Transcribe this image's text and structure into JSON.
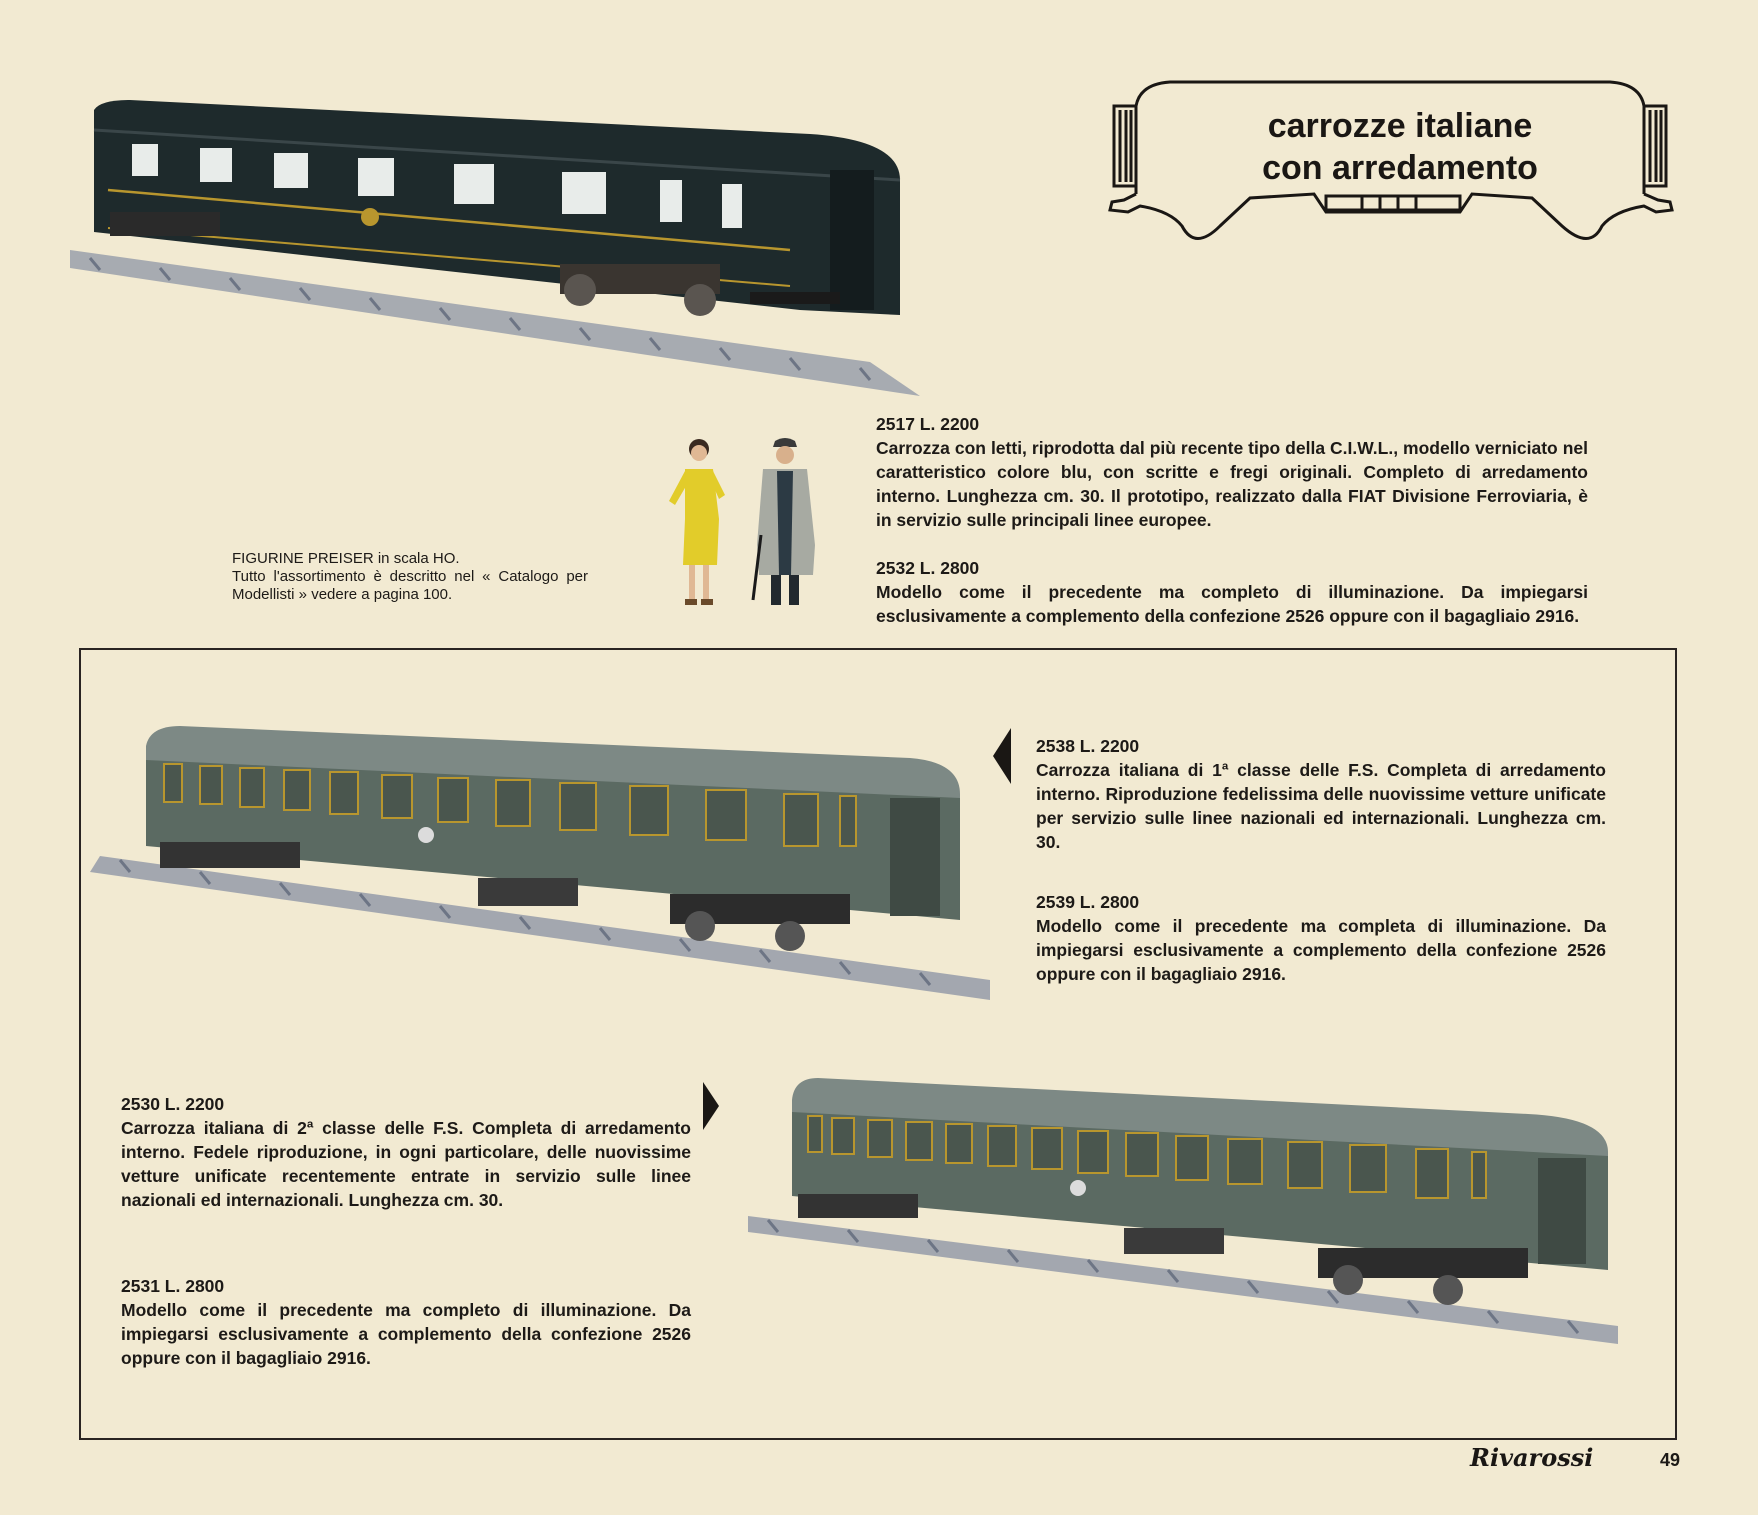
{
  "header": {
    "title_line1": "carrozze italiane",
    "title_line2": "con arredamento"
  },
  "figurine_caption": {
    "line1": "FIGURINE PREISER in scala HO.",
    "body": "Tutto l'assortimento è descritto nel « Catalogo per Modellisti » vedere a pagina 100."
  },
  "products": [
    {
      "code": "2517   L. 2200",
      "text": "Carrozza con letti, riprodotta dal più recente tipo della C.I.W.L., modello verniciato nel caratteristico colore blu, con scritte e fregi originali. Completo di arredamento interno. Lunghezza cm. 30. Il prototipo, realizzato dalla FIAT Divisione Ferroviaria, è in servizio sulle principali linee europee."
    },
    {
      "code": "2532   L. 2800",
      "text": "Modello come il precedente ma completo di illuminazione. Da impiegarsi esclusivamente a complemento della confezione 2526 oppure con il bagagliaio 2916."
    },
    {
      "code": "2538   L. 2200",
      "text": "Carrozza italiana di 1ª classe delle F.S. Completa di arredamento interno. Riproduzione fedelissima delle nuovissime vetture unificate per servizio sulle linee nazionali ed internazionali. Lunghezza cm. 30."
    },
    {
      "code": "2539   L. 2800",
      "text": "Modello come il precedente ma completa di illuminazione. Da impiegarsi esclusivamente a complemento della confezione 2526 oppure con il bagagliaio 2916."
    },
    {
      "code": "2530   L. 2200",
      "text": "Carrozza italiana di 2ª classe delle F.S. Completa di arredamento interno. Fedele riproduzione, in ogni particolare, delle nuovissime vetture unificate recentemente entrate in servizio sulle linee nazionali ed internazionali. Lunghezza cm. 30."
    },
    {
      "code": "2531   L. 2800",
      "text": "Modello come il precedente ma completo di illuminazione. Da impiegarsi esclusivamente a complemento della confezione 2526 oppure con il bagagliaio 2916."
    }
  ],
  "footer": {
    "brand": "Rivarossi",
    "page_number": "49"
  },
  "colors": {
    "paper": "#f2ead2",
    "sleeper_car": "#1e2a2c",
    "sleeper_stripe": "#b8962e",
    "fs_car": "#5b6a62",
    "fs_roof": "#7d8985",
    "rail": "#8e96a6"
  }
}
